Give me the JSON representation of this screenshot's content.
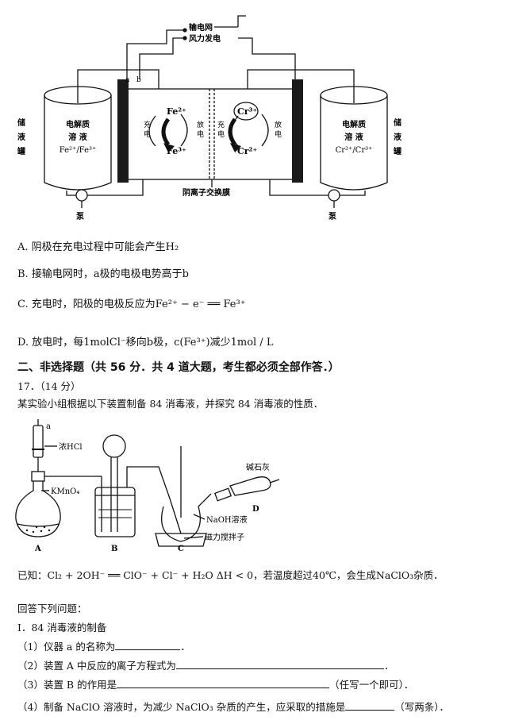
{
  "fig1": {
    "grid": "输电网",
    "wind": "风力发电",
    "a": "a",
    "b": "b",
    "tank_left": [
      "储",
      "液",
      "罐"
    ],
    "tank_right": [
      "储",
      "液",
      "罐"
    ],
    "left_tank_l1": "电解质",
    "left_tank_l2": "溶  液",
    "left_tank_l3": "Fe²⁺/Fe³⁺",
    "right_tank_l1": "电解质",
    "right_tank_l2": "溶  液",
    "right_tank_l3": "Cr²⁺/Cr³⁺",
    "fe2": "Fe²⁺",
    "fe3": "Fe³⁺",
    "cr3": "Cr³⁺",
    "cr2": "Cr²⁺",
    "charge": [
      "充",
      "电"
    ],
    "discharge": [
      "放",
      "电"
    ],
    "membrane": "阴离子交换膜",
    "pump_left": "泵",
    "pump_right": "泵"
  },
  "options": {
    "A": "A.  阴极在充电过程中可能会产生H₂",
    "B": "B.  接输电网时，a极的电极电势高于b",
    "C": "C.  充电时，阳极的电极反应为Fe²⁺ − e⁻ ══ Fe³⁺",
    "D": "D.  放电时，每1molCl⁻移向b极，c(Fe³⁺)减少1mol / L"
  },
  "section2": "二、非选择题（共 56 分．共 4 道大题，考生都必须全部作答．）",
  "q17_head": "17．（14 分）",
  "q17_intro": "某实验小组根据以下装置制备 84 消毒液，并探究 84 消毒液的性质．",
  "fig2": {
    "a": "a",
    "hcl": "浓HCl",
    "kmno4": "KMnO₄",
    "A": "A",
    "B": "B",
    "C": "C",
    "D": "D",
    "naoh": "NaOH溶液",
    "stirrer": "磁力搅拌子",
    "soda": "碱石灰"
  },
  "known": "已知：Cl₂ + 2OH⁻ ══ ClO⁻ + Cl⁻ + H₂O    ΔH < 0，若温度超过40℃，会生成NaClO₃杂质．",
  "answer_head": "回答下列问题：",
  "part1": "Ⅰ．84 消毒液的制备",
  "q1": "（1）仪器 a 的名称为",
  "q1_end": "．",
  "q2": "（2）装置 A 中反应的离子方程式为",
  "q2_end": "．",
  "q3": "（3）装置 B 的作用是",
  "q3_end": "（任写一个即可）．",
  "q4": "（4）制备 NaClO 溶液时，为减少 NaClO₃ 杂质的产生，应采取的措施是",
  "q4_end": "（写两条）．"
}
